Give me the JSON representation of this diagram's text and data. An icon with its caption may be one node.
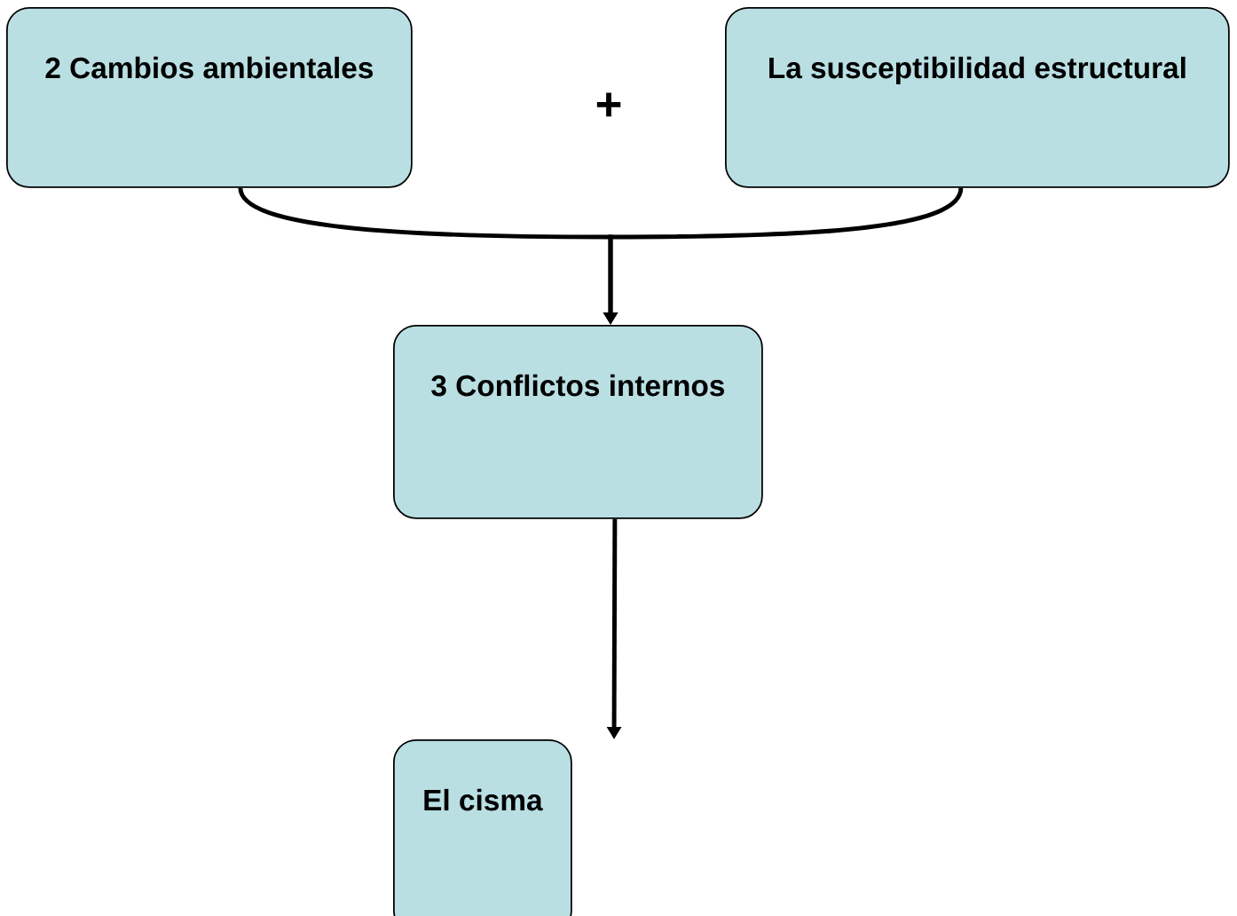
{
  "diagram": {
    "nodes": [
      {
        "text": [
          "2 Cambios ambientales"
        ]
      },
      {
        "text": [
          "La susceptibilidad estructural"
        ]
      },
      {
        "text": [
          "3 Conflictos internos"
        ]
      },
      {
        "text": [
          "El cisma"
        ]
      }
    ],
    "edges": [
      {
        "from": 0,
        "to": 2,
        "arrow": "to"
      },
      {
        "from": 1,
        "to": 2,
        "arrow": "to"
      },
      {
        "from": 2,
        "to": 3,
        "arrow": "to"
      }
    ],
    "labels": [
      "+"
    ]
  }
}
